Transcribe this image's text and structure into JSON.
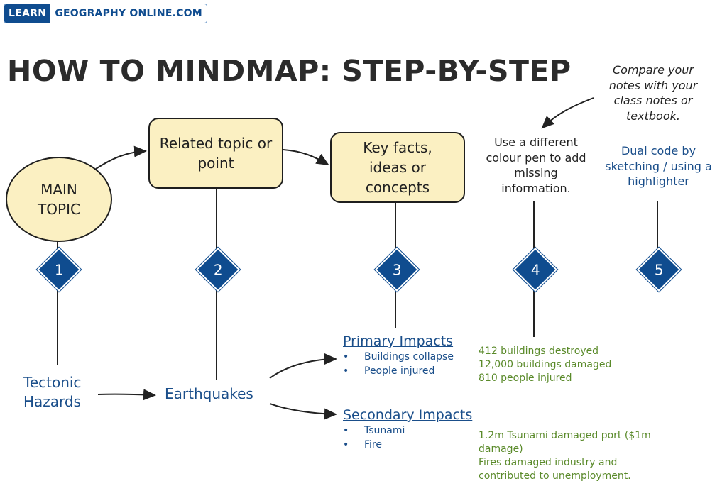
{
  "logo": {
    "learn": "LEARN",
    "rest": "GEOGRAPHY ONLINE.COM"
  },
  "title": "HOW TO MINDMAP: STEP-BY-STEP",
  "nodes": {
    "main_topic": "MAIN TOPIC",
    "related_topic": "Related topic or point",
    "key_facts": "Key facts, ideas or concepts"
  },
  "steps": [
    "1",
    "2",
    "3",
    "4",
    "5"
  ],
  "notes": {
    "compare": "Compare your notes with your class notes or textbook.",
    "colour_pen": "Use a different colour pen to add missing information.",
    "dual_code": "Dual code by sketching / using a highlighter"
  },
  "example": {
    "tectonic": "Tectonic Hazards",
    "earthquakes": "Earthquakes",
    "primary": {
      "heading": "Primary Impacts",
      "bullets": [
        "Buildings collapse",
        "People injured"
      ],
      "details": [
        "412 buildings destroyed",
        "12,000 buildings damaged",
        "810 people injured"
      ]
    },
    "secondary": {
      "heading": "Secondary Impacts",
      "bullets": [
        "Tsunami",
        "Fire"
      ],
      "details": [
        "1.2m Tsunami damaged port ($1m damage)",
        "Fires damaged industry and contributed to unemployment."
      ]
    }
  },
  "colors": {
    "brand_blue": "#0f4c8f",
    "topic_fill": "#fbf0c2",
    "detail_green": "#5a8a2a"
  }
}
